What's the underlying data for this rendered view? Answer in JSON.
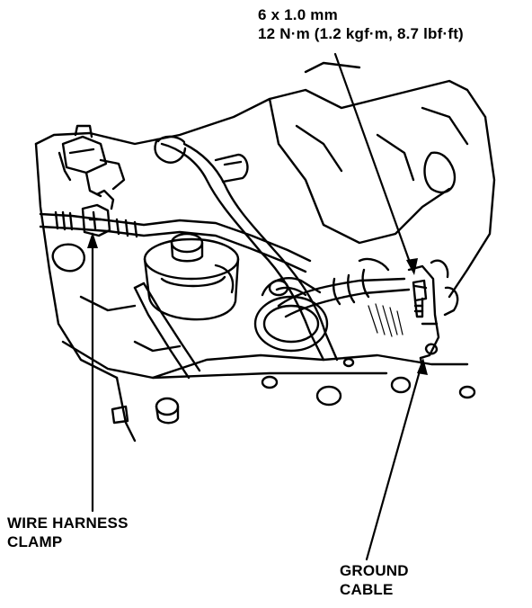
{
  "callouts": {
    "bolt_spec": {
      "size": "6 x 1.0 mm",
      "torque": "12 N·m (1.2 kgf·m, 8.7 lbf·ft)"
    },
    "wire_harness_clamp": {
      "line1": "WIRE HARNESS",
      "line2": "CLAMP"
    },
    "ground_cable": {
      "line1": "GROUND",
      "line2": "CABLE"
    }
  },
  "colors": {
    "ink": "#000000",
    "paper": "#ffffff"
  }
}
